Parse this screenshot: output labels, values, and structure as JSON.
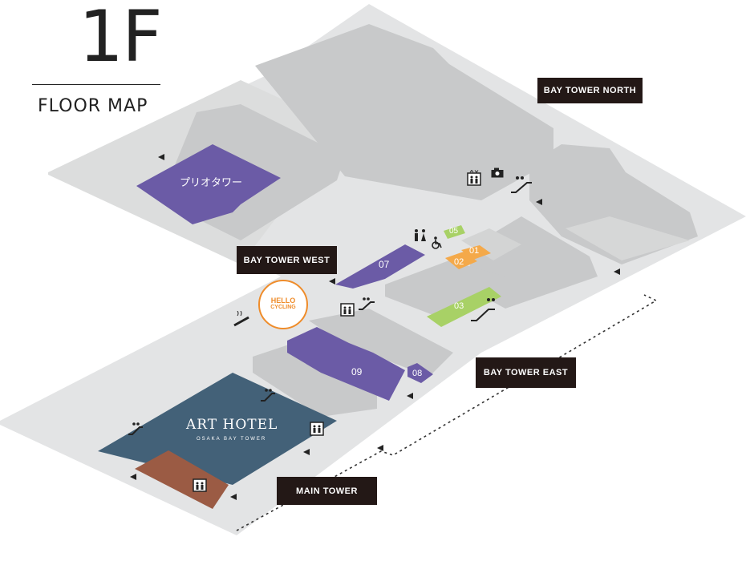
{
  "header": {
    "floor": "1F",
    "subtitle": "FLOOR MAP"
  },
  "zones": {
    "bay_tower_north": "BAY TOWER NORTH",
    "bay_tower_west": "BAY TOWER WEST",
    "bay_tower_east": "BAY TOWER EAST",
    "main_tower": "MAIN TOWER"
  },
  "shops": {
    "priotower": "プリオタワー",
    "s01": "01",
    "s02": "02",
    "s03": "03",
    "s05": "05",
    "s07": "07",
    "s08": "08",
    "s09": "09"
  },
  "hotel": {
    "name": "ART HOTEL",
    "sub": "OSAKA BAY TOWER"
  },
  "hello_cycling": {
    "line1": "HELLO",
    "line2": "CYCLING"
  },
  "colors": {
    "purple": "#6b5ba6",
    "orange": "#f4a94a",
    "green": "#a8d166",
    "hotel_blue": "#436178",
    "brown": "#9b5b44",
    "gray": "#c8c9ca",
    "light_gray": "#e3e4e5",
    "zone_label_bg": "#231816",
    "hello_orange": "#ef8c2a"
  },
  "icons": [
    "elevator-icon",
    "camera-icon",
    "escalator-icon",
    "restroom-icon",
    "wheelchair-icon",
    "smoking-area-icon",
    "entrance-arrow-icon"
  ]
}
